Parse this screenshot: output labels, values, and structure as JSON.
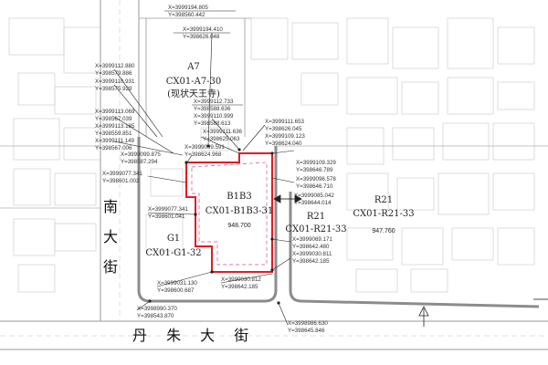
{
  "colors": {
    "boundary": "#e31b23",
    "road": "#a9a9a9",
    "block": "#8c8c8c",
    "leader": "#222222"
  },
  "streets": {
    "south_main": "丹 朱 大 街",
    "nan_char": "南",
    "da_char": "大",
    "jie_char": "街"
  },
  "zones": {
    "a7_code": "A7",
    "a7_id": "CX01-A7-30",
    "a7_note": "(现状天王寺)",
    "b1b3_code": "B1B3",
    "b1b3_id": "CX01-B1B3-31",
    "b1b3_area": "948.700",
    "g1_code": "G1",
    "g1_id": "CX01-G1-32",
    "r21a_code": "R21",
    "r21a_id": "CX01-R21-33",
    "r21b_code": "R21",
    "r21b_id": "CX01-R21-33",
    "r21b_area": "947.760"
  },
  "coords": {
    "c1x": "X=3999194.805",
    "c1y": "Y=398560.442",
    "c2x": "X=3999194.410",
    "c2y": "Y=398626.048",
    "c3x": "X=3999112.880",
    "c3y": "Y=398579.886",
    "c4x": "X=3999110.931",
    "c4y": "Y=398575.929",
    "c5x": "X=3999112.733",
    "c5y": "Y=398588.636",
    "c6x": "X=3999110.999",
    "c6y": "Y=398588.613",
    "c7x": "X=3999113.069",
    "c7y": "Y=398567.039",
    "c8x": "X=3999113.185",
    "c8y": "Y=398559.851",
    "c9x": "X=3999111.149",
    "c9y": "Y=398567.006",
    "c10x": "X=3999111.653",
    "c10y": "Y=398626.045",
    "c11x": "X=3999109.123",
    "c11y": "Y=398624.040",
    "c12x": "X=3999111.636",
    "c12y": "Y=398625.063",
    "c13x": "X=3999099.591",
    "c13y": "Y=398624.968",
    "c14x": "X=3999099.875",
    "c14y": "Y=398587.294",
    "c15x": "X=3999109.329",
    "c15y": "Y=398646.789",
    "c16x": "X=3999096.578",
    "c16y": "Y=398646.710",
    "c17x": "X=3999077.341",
    "c17y": "Y=398601.002",
    "c18x": "X=3999085.042",
    "c18y": "Y=398644.014",
    "c19x": "X=3999077.341",
    "c19y": "Y=398601.041",
    "c20x": "X=3999069.171",
    "c20y": "Y=398642.480",
    "c21x": "X=3999030.811",
    "c21y": "Y=398642.185",
    "c22x": "X=3999031.130",
    "c22y": "Y=398600.687",
    "c23x": "X=3999030.812",
    "c23y": "Y=398642.185",
    "c24x": "X=3998990.370",
    "c24y": "Y=398543.870",
    "c25x": "X=3998986.630",
    "c25y": "Y=398645.846"
  }
}
